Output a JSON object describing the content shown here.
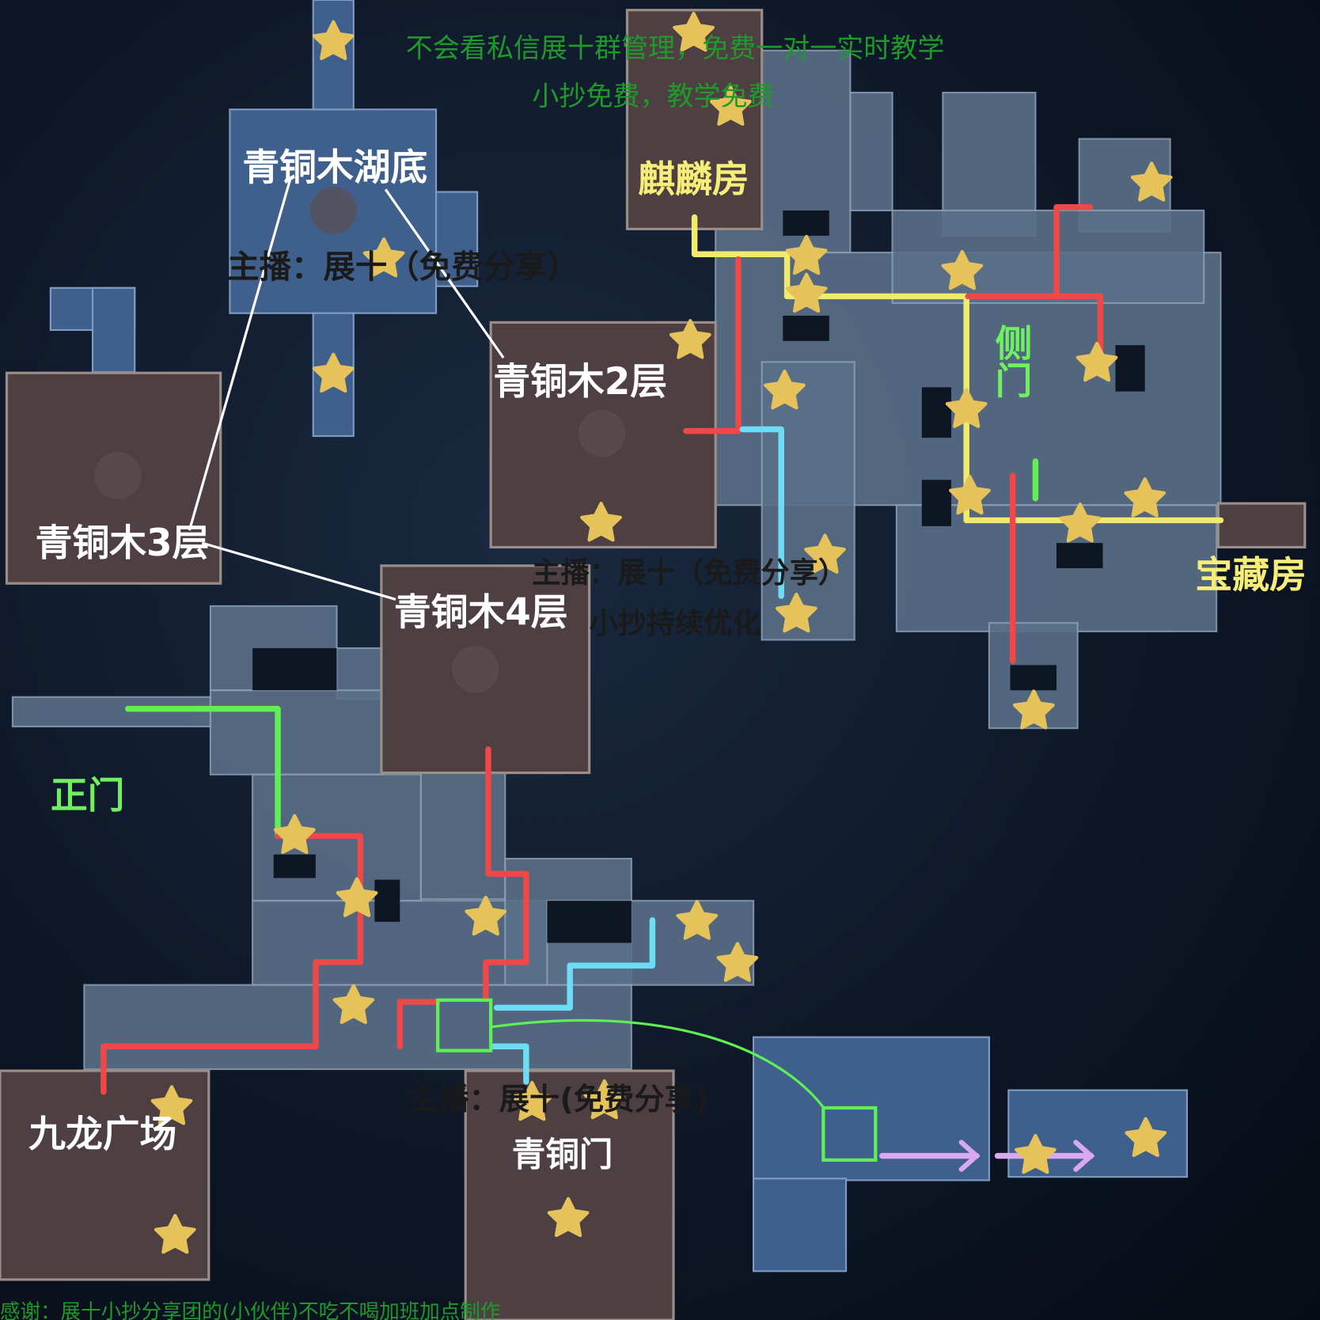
{
  "map": {
    "areas": {
      "lake_bottom": "青铜木湖底",
      "floor2": "青铜木2层",
      "floor3": "青铜木3层",
      "floor4": "青铜木4层",
      "qilin_room": "麒麟房",
      "side_gate": "侧门",
      "treasure_room": "宝藏房",
      "main_gate": "正门",
      "nine_dragon_square": "九龙广场",
      "bronze_gate": "青铜门"
    },
    "watermarks": {
      "streamer_1": "主播：展十（免费分享）",
      "streamer_2": "主播：展十（免费分享）",
      "streamer_3": "主播：展十(免费分享)",
      "optimizing": "小抄持续优化"
    },
    "notes": {
      "top_line1": "不会看私信展十群管理，免费一对一实时教学",
      "top_line2": "小抄免费，教学免费",
      "credits": "感谢：展十小抄分享团的(小伙伴)不吃不喝加班加点制作"
    }
  },
  "colors": {
    "route_yellow": "#f2ea6a",
    "route_red": "#f04848",
    "route_cyan": "#6fdcf5",
    "route_green": "#5ef055",
    "route_purple": "#d9a8f0",
    "star": "#e6c35a",
    "room_brown": "#4e3f42",
    "room_blue": "#3f5f8c",
    "room_grey": "#5a6f88",
    "text_green": "#1f9a2a"
  }
}
